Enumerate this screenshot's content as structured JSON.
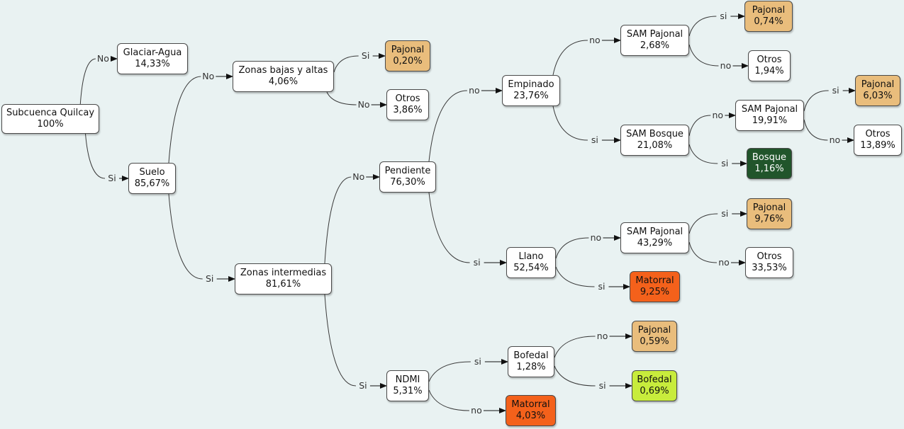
{
  "colors": {
    "background": "#e9f2f2",
    "default_node": "#ffffff",
    "pajonal": "#e9bd7c",
    "matorral": "#f4611b",
    "bosque": "#21552b",
    "bofedal": "#c8ec3c"
  },
  "nodes": {
    "root": {
      "label": "Subcuenca Quilcay",
      "value": "100%"
    },
    "glaciar": {
      "label": "Glaciar-Agua",
      "value": "14,33%"
    },
    "suelo": {
      "label": "Suelo",
      "value": "85,67%"
    },
    "zonas_ba": {
      "label": "Zonas bajas y altas",
      "value": "4,06%"
    },
    "pajonal_a": {
      "label": "Pajonal",
      "value": "0,20%"
    },
    "otros_a": {
      "label": "Otros",
      "value": "3,86%"
    },
    "zonas_int": {
      "label": "Zonas intermedias",
      "value": "81,61%"
    },
    "pendiente": {
      "label": "Pendiente",
      "value": "76,30%"
    },
    "empinado": {
      "label": "Empinado",
      "value": "23,76%"
    },
    "sam_paj_1": {
      "label": "SAM Pajonal",
      "value": "2,68%"
    },
    "pajonal_b": {
      "label": "Pajonal",
      "value": "0,74%"
    },
    "otros_b": {
      "label": "Otros",
      "value": "1,94%"
    },
    "sam_bosque": {
      "label": "SAM Bosque",
      "value": "21,08%"
    },
    "sam_paj_2": {
      "label": "SAM Pajonal",
      "value": "19,91%"
    },
    "pajonal_c": {
      "label": "Pajonal",
      "value": "6,03%"
    },
    "otros_c": {
      "label": "Otros",
      "value": "13,89%"
    },
    "bosque": {
      "label": "Bosque",
      "value": "1,16%"
    },
    "llano": {
      "label": "Llano",
      "value": "52,54%"
    },
    "sam_paj_3": {
      "label": "SAM Pajonal",
      "value": "43,29%"
    },
    "pajonal_d": {
      "label": "Pajonal",
      "value": "9,76%"
    },
    "otros_d": {
      "label": "Otros",
      "value": "33,53%"
    },
    "matorral_a": {
      "label": "Matorral",
      "value": "9,25%"
    },
    "ndmi": {
      "label": "NDMI",
      "value": "5,31%"
    },
    "bofedal_q": {
      "label": "Bofedal",
      "value": "1,28%"
    },
    "pajonal_e": {
      "label": "Pajonal",
      "value": "0,59%"
    },
    "bofedal_r": {
      "label": "Bofedal",
      "value": "0,69%"
    },
    "matorral_b": {
      "label": "Matorral",
      "value": "4,03%"
    }
  },
  "edges": [
    {
      "from": "root",
      "to": "glaciar",
      "label": "No"
    },
    {
      "from": "root",
      "to": "suelo",
      "label": "Si"
    },
    {
      "from": "suelo",
      "to": "zonas_ba",
      "label": "No"
    },
    {
      "from": "suelo",
      "to": "zonas_int",
      "label": "Si"
    },
    {
      "from": "zonas_ba",
      "to": "pajonal_a",
      "label": "Si"
    },
    {
      "from": "zonas_ba",
      "to": "otros_a",
      "label": "No"
    },
    {
      "from": "zonas_int",
      "to": "pendiente",
      "label": "No"
    },
    {
      "from": "zonas_int",
      "to": "ndmi",
      "label": "Si"
    },
    {
      "from": "pendiente",
      "to": "empinado",
      "label": "no"
    },
    {
      "from": "pendiente",
      "to": "llano",
      "label": "si"
    },
    {
      "from": "empinado",
      "to": "sam_paj_1",
      "label": "no"
    },
    {
      "from": "empinado",
      "to": "sam_bosque",
      "label": "si"
    },
    {
      "from": "sam_paj_1",
      "to": "pajonal_b",
      "label": "si"
    },
    {
      "from": "sam_paj_1",
      "to": "otros_b",
      "label": "no"
    },
    {
      "from": "sam_bosque",
      "to": "sam_paj_2",
      "label": "no"
    },
    {
      "from": "sam_bosque",
      "to": "bosque",
      "label": "si"
    },
    {
      "from": "sam_paj_2",
      "to": "pajonal_c",
      "label": "si"
    },
    {
      "from": "sam_paj_2",
      "to": "otros_c",
      "label": "no"
    },
    {
      "from": "llano",
      "to": "sam_paj_3",
      "label": "no"
    },
    {
      "from": "llano",
      "to": "matorral_a",
      "label": "si"
    },
    {
      "from": "sam_paj_3",
      "to": "pajonal_d",
      "label": "si"
    },
    {
      "from": "sam_paj_3",
      "to": "otros_d",
      "label": "no"
    },
    {
      "from": "ndmi",
      "to": "bofedal_q",
      "label": "si"
    },
    {
      "from": "ndmi",
      "to": "matorral_b",
      "label": "no"
    },
    {
      "from": "bofedal_q",
      "to": "pajonal_e",
      "label": "no"
    },
    {
      "from": "bofedal_q",
      "to": "bofedal_r",
      "label": "si"
    }
  ]
}
